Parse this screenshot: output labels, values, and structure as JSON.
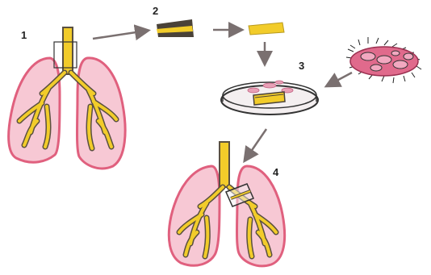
{
  "labels": {
    "step1": "1",
    "step2": "2",
    "step3": "3",
    "step4": "4"
  },
  "colors": {
    "lung_fill": "#f7c8d4",
    "lung_outline": "#e0607e",
    "airway_yellow": "#f2cc2a",
    "airway_outline": "#5a5040",
    "tube_dark": "#4a4238",
    "arrow": "#7a7070",
    "dish_fill": "#f4eff0",
    "dish_rim": "#333333",
    "cell_fill": "#e06a8c",
    "cell_spike": "#222222"
  },
  "icons": [
    "lungs-icon",
    "trachea-segment-icon",
    "decellularized-scaffold-icon",
    "petri-dish-icon",
    "cells-icon",
    "transplanted-lungs-icon"
  ]
}
